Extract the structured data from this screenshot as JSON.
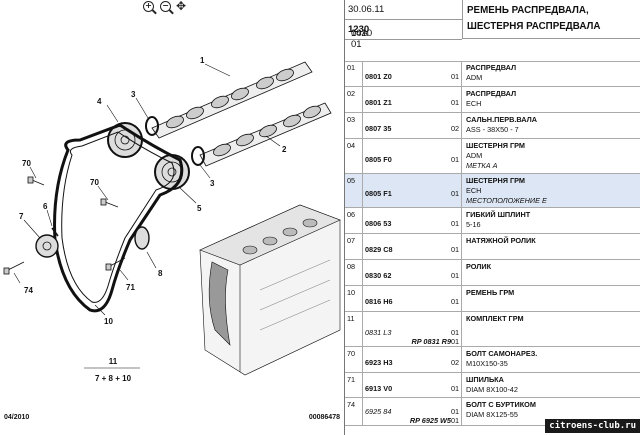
{
  "diagram": {
    "labels": [
      "1",
      "2",
      "3",
      "3",
      "4",
      "5",
      "6",
      "7",
      "8",
      "10",
      "70",
      "70",
      "71",
      "74"
    ],
    "formula_top": "11",
    "formula_bottom": "7 + 8 + 10",
    "footer_left": "04/2010",
    "footer_right": "00086478",
    "toolbar": {
      "zoom_in": "+",
      "zoom_out": "−",
      "move": "✥"
    }
  },
  "header": {
    "date": "30.06.11",
    "code_prefix": "0410 01",
    "code_bold": "1230",
    "code_suffix": "10A",
    "title_line1": "РЕМЕНЬ РАСПРЕДВАЛА,",
    "title_line2": "ШЕСТЕРНЯ РАСПРЕДВАЛА"
  },
  "rows": [
    {
      "idx": "01",
      "code": "0801 Z0",
      "alt": "",
      "rp": "",
      "qty": [
        "01"
      ],
      "name": "РАСПРЕДВАЛ",
      "l2": "ADM",
      "l3": ""
    },
    {
      "idx": "02",
      "code": "0801 Z1",
      "alt": "",
      "rp": "",
      "qty": [
        "01"
      ],
      "name": "РАСПРЕДВАЛ",
      "l2": "ECH",
      "l3": ""
    },
    {
      "idx": "03",
      "code": "0807 35",
      "alt": "",
      "rp": "",
      "qty": [
        "02"
      ],
      "name": "САЛЬН.ПЕРВ.ВАЛА",
      "l2": "ASS - 38X50 - 7",
      "l3": ""
    },
    {
      "idx": "04",
      "code": "0805 F0",
      "alt": "",
      "rp": "",
      "qty": [
        "01"
      ],
      "name": "ШЕСТЕРНЯ ГРМ",
      "l2": "ADM",
      "l3": "МЕТКА А"
    },
    {
      "idx": "05",
      "code": "0805 F1",
      "alt": "",
      "rp": "",
      "qty": [
        "01"
      ],
      "name": "ШЕСТЕРНЯ ГРМ",
      "l2": "ECH",
      "l3": "МЕСТОПОЛОЖЕНИЕ Е"
    },
    {
      "idx": "06",
      "code": "0806 53",
      "alt": "",
      "rp": "",
      "qty": [
        "01"
      ],
      "name": "ГИБКИЙ ШПЛИНТ",
      "l2": "5-16",
      "l3": ""
    },
    {
      "idx": "07",
      "code": "0829 C8",
      "alt": "",
      "rp": "",
      "qty": [
        "01"
      ],
      "name": "НАТЯЖНОЙ РОЛИК",
      "l2": "",
      "l3": ""
    },
    {
      "idx": "08",
      "code": "0830 62",
      "alt": "",
      "rp": "",
      "qty": [
        "01"
      ],
      "name": "РОЛИК",
      "l2": "",
      "l3": ""
    },
    {
      "idx": "10",
      "code": "0816 H6",
      "alt": "",
      "rp": "",
      "qty": [
        "01"
      ],
      "name": "РЕМЕНЬ ГРМ",
      "l2": "",
      "l3": ""
    },
    {
      "idx": "11",
      "code": "",
      "alt": "0831 L3",
      "rp": "RP 0831 R9",
      "qty": [
        "01",
        "01"
      ],
      "name": "КОМПЛЕКТ ГРМ",
      "l2": "",
      "l3": ""
    },
    {
      "idx": "70",
      "code": "6923 H3",
      "alt": "",
      "rp": "",
      "qty": [
        "02"
      ],
      "name": "БОЛТ САМОНАРЕЗ.",
      "l2": "M10X150-35",
      "l3": ""
    },
    {
      "idx": "71",
      "code": "6913 V0",
      "alt": "",
      "rp": "",
      "qty": [
        "01"
      ],
      "name": "ШПИЛЬКА",
      "l2": "DIAM 8X100-42",
      "l3": ""
    },
    {
      "idx": "74",
      "code": "",
      "alt": "6925 84",
      "rp": "RP 6925 W5",
      "qty": [
        "01",
        "01"
      ],
      "name": "БОЛТ С БУРТИКОМ",
      "l2": "DIAM 8X125-55",
      "l3": ""
    }
  ],
  "watermark": "citroens-club.ru"
}
